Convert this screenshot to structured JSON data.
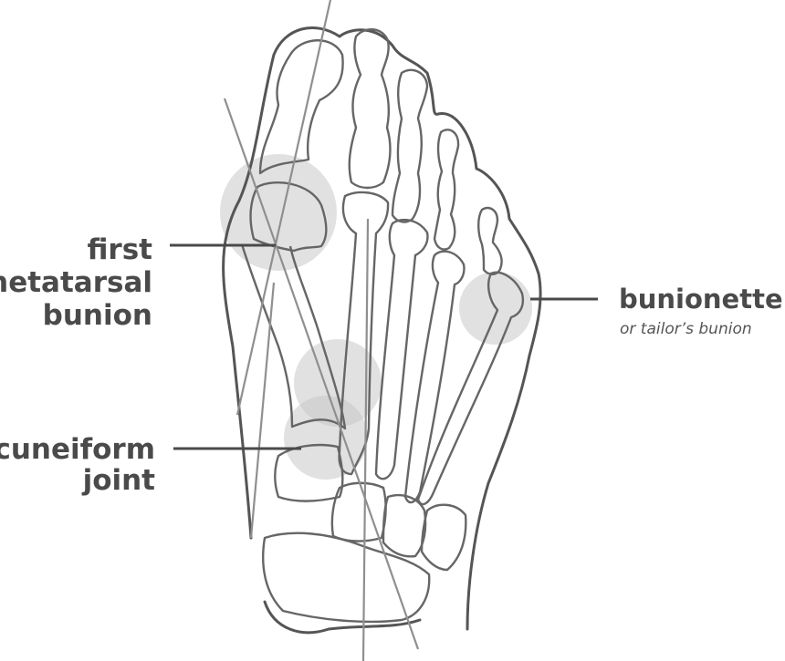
{
  "labels": {
    "first_metatarsal": [
      "first",
      "metatarsal",
      "bunion"
    ],
    "cuneiform": [
      "cuneiform",
      "joint"
    ],
    "bunionette": "bunionette",
    "bunionette_sub": "or tailor’s bunion"
  },
  "colors": {
    "text": "#4a4a4a",
    "outline": "#555555",
    "highlight": "#c8c8c8",
    "axis_lines": "#8f8f8f"
  }
}
